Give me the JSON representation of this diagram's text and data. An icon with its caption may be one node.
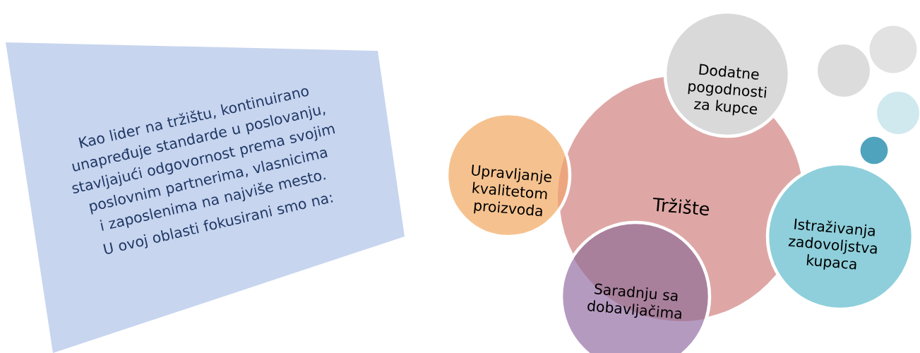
{
  "diagram": {
    "nodes": [
      {
        "text": [
          "Kao lider na tržištu, kontinuirano unapređuje standarde u poslovanju, stavljajući odgovornost prema svojim poslovnim partnerima, vlasnicima i zaposlenima na najviše mesto.",
          "U ovoj oblasti fokusirani smo na:"
        ]
      },
      {
        "text": [
          "Tržište"
        ]
      },
      {
        "text": [
          "Dodatne pogodnosti za kupce"
        ]
      },
      {
        "text": [
          "Upravljanje kvalitetom proizvoda"
        ]
      },
      {
        "text": [
          "Istraživanja zadovoljstva kupaca"
        ]
      },
      {
        "text": [
          "Saradnju sa dobavljačima"
        ]
      },
      {
        "text": [],
        "shape": "circle"
      },
      {
        "text": [],
        "shape": "circle"
      },
      {
        "text": [],
        "shape": "circle"
      },
      {
        "text": [],
        "shape": "circle"
      }
    ]
  }
}
